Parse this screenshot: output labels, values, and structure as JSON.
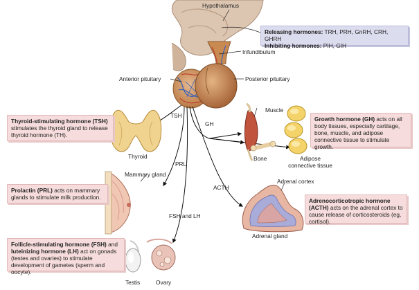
{
  "labels": {
    "hypothalamus": "Hypothalamus",
    "infundibulum": "Infundibulum",
    "anterior_pituitary": "Anterior pituitary",
    "posterior_pituitary": "Posterior pituitary",
    "tsh": "TSH",
    "gh": "GH",
    "prl": "PRL",
    "acth": "ACTH",
    "fsh_lh": "FSH and LH",
    "thyroid": "Thyroid",
    "mammary_gland": "Mammary gland",
    "muscle": "Muscle",
    "bone": "Bone",
    "adipose_line1": "Adipose",
    "adipose_line2": "connective tissue",
    "adrenal_cortex": "Adrenal cortex",
    "adrenal_gland": "Adrenal gland",
    "testis": "Testis",
    "ovary": "Ovary"
  },
  "boxes": {
    "releasing": {
      "line1_bold": "Releasing hormones:",
      "line1_rest": " TRH, PRH, GnRH, CRH, GHRH",
      "line2_bold": "Inhibiting hormones:",
      "line2_rest": " PIH, GIH"
    },
    "tsh": {
      "bold": "Thyroid-stimulating hormone (TSH)",
      "rest": " stimulates the thyroid gland to release thyroid hormone (TH)."
    },
    "gh": {
      "bold": "Growth hormone (GH)",
      "rest": " acts on all body tissues, especially cartilage, bone, muscle, and adipose connective tissue to stimulate growth."
    },
    "prl": {
      "bold": "Prolactin (PRL)",
      "rest": " acts on mammary glands to stimulate milk production."
    },
    "acth": {
      "bold": "Adrenocorticotropic hormone (ACTH)",
      "rest": " acts on the adrenal cortex to cause release of corticosteroids (eg, cortisol)."
    },
    "fsh": {
      "bold1": "Follicle-stimulating hormone (FSH)",
      "mid": " and ",
      "bold2": "luteinizing hormone (LH)",
      "rest": " act on gonads (testes and ovaries) to stimulate development of gametes (sperm and oocyte)."
    }
  },
  "colors": {
    "box_pink": "#f6dcdc",
    "box_lavender": "#dcdcef",
    "pituitary_tan": "#c98a52",
    "vessel_blue": "#3a62b8",
    "vessel_red": "#c0392b"
  }
}
